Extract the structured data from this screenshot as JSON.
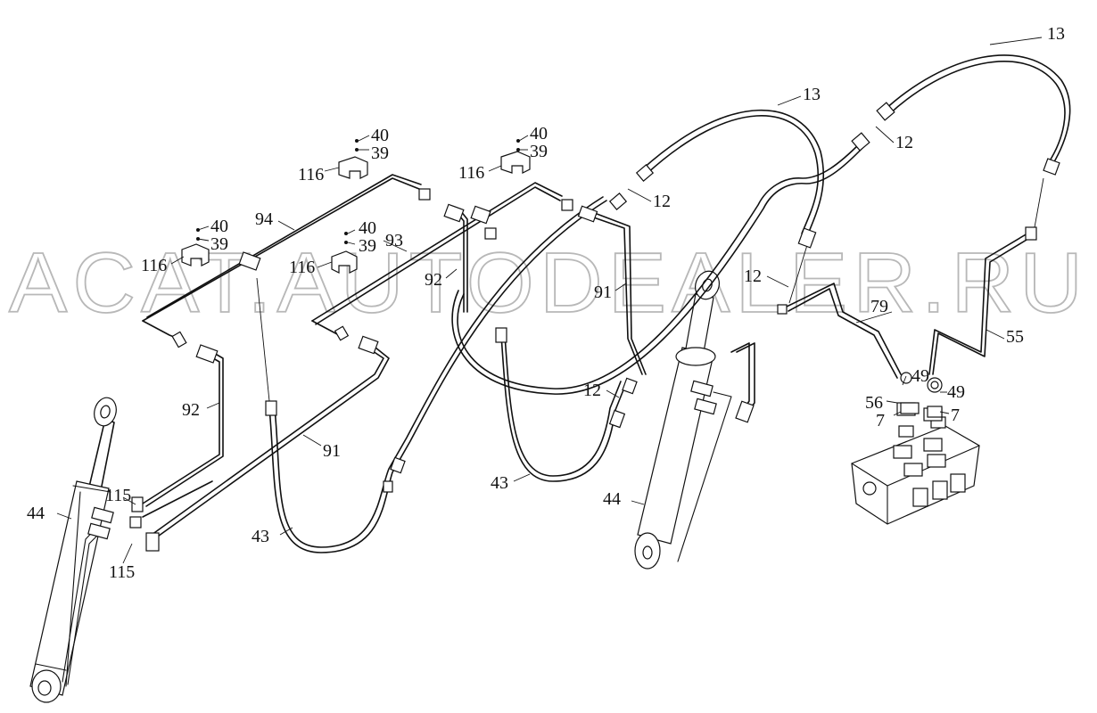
{
  "watermark": "ACAT.AUTODEALER.RU",
  "callouts": {
    "c13a": "13",
    "c13b": "13",
    "c12a": "12",
    "c12b": "12",
    "c12c": "12",
    "c12d": "12",
    "c40a": "40",
    "c39a": "39",
    "c116a": "116",
    "c40b": "40",
    "c39b": "39",
    "c116b": "116",
    "c40c": "40",
    "c39c": "39",
    "c116c": "116",
    "c40d": "40",
    "c39d": "39",
    "c116d": "116",
    "c94": "94",
    "c93": "93",
    "c92a": "92",
    "c92b": "92",
    "c91a": "91",
    "c91b": "91",
    "c79": "79",
    "c55": "55",
    "c49a": "49",
    "c49b": "49",
    "c56": "56",
    "c7a": "7",
    "c7b": "7",
    "c43a": "43",
    "c43b": "43",
    "c44a": "44",
    "c44b": "44",
    "c115a": "115",
    "c115b": "115"
  },
  "colors": {
    "line": "#111111",
    "watermark": "#b8b8b8",
    "background": "#ffffff"
  }
}
